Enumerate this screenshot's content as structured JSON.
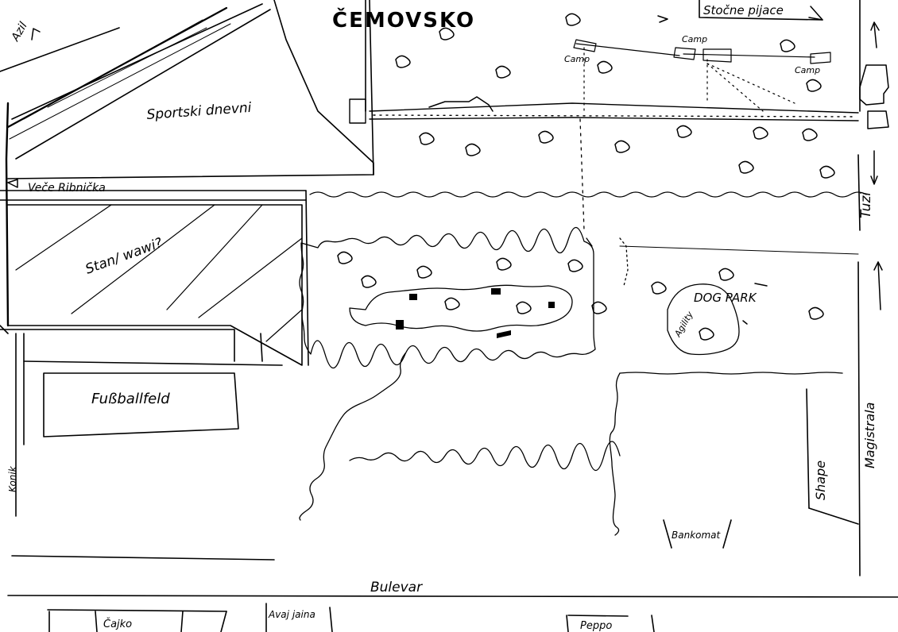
{
  "map": {
    "labels": {
      "top_left": "Azil",
      "area_title": "ČEMOVSKO",
      "street_top_right": "Stočne pijace",
      "sports_center": "Sportski dnevni",
      "street_left": "Veče Ribnička",
      "question_area": "Stan/ wawi?",
      "football": "Fußballfeld",
      "left_side": "Konik",
      "dog_park": "DOG PARK",
      "dog_park_note": "Agility",
      "camp_1": "Camp",
      "camp_2": "Camp",
      "camp_3": "Camp",
      "right_road": "Tuzi",
      "right_bottom": "Magistrala",
      "shops": "Shape",
      "kiosk": "Bankomat",
      "bottom_road": "Bulevar",
      "shop_1": "Čajko",
      "shop_2": "Avaj jaina",
      "shop_3": "Peppo"
    }
  }
}
